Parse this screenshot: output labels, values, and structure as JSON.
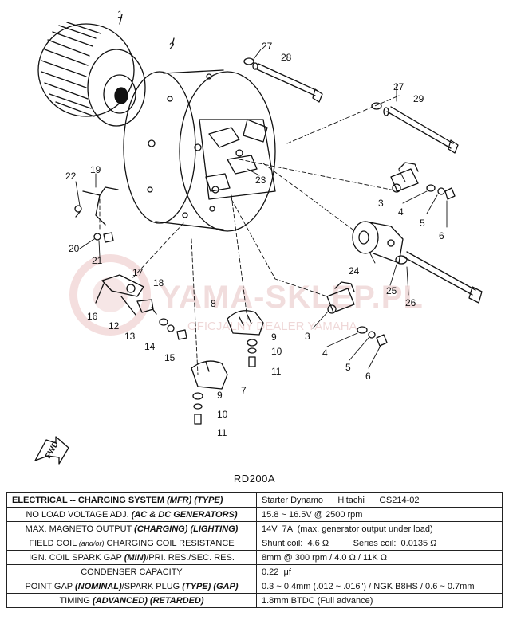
{
  "model": "RD200A",
  "fwd_label": "FWD",
  "watermark": {
    "main": "YAMA-SKLEP.PL",
    "sub": "OFICJALNY DEALER YAMAHA"
  },
  "callouts": [
    {
      "id": "1",
      "text": "1"
    },
    {
      "id": "2",
      "text": "2"
    },
    {
      "id": "27a",
      "text": "27"
    },
    {
      "id": "28",
      "text": "28"
    },
    {
      "id": "27b",
      "text": "27"
    },
    {
      "id": "29",
      "text": "29"
    },
    {
      "id": "22",
      "text": "22"
    },
    {
      "id": "19",
      "text": "19"
    },
    {
      "id": "23",
      "text": "23"
    },
    {
      "id": "3a",
      "text": "3"
    },
    {
      "id": "4a",
      "text": "4"
    },
    {
      "id": "5a",
      "text": "5"
    },
    {
      "id": "6a",
      "text": "6"
    },
    {
      "id": "20",
      "text": "20"
    },
    {
      "id": "21",
      "text": "21"
    },
    {
      "id": "24",
      "text": "24"
    },
    {
      "id": "25",
      "text": "25"
    },
    {
      "id": "26",
      "text": "26"
    },
    {
      "id": "17",
      "text": "17"
    },
    {
      "id": "18",
      "text": "18"
    },
    {
      "id": "16",
      "text": "16"
    },
    {
      "id": "12",
      "text": "12"
    },
    {
      "id": "8",
      "text": "8"
    },
    {
      "id": "3b",
      "text": "3"
    },
    {
      "id": "13",
      "text": "13"
    },
    {
      "id": "14",
      "text": "14"
    },
    {
      "id": "15",
      "text": "15"
    },
    {
      "id": "9a",
      "text": "9"
    },
    {
      "id": "10a",
      "text": "10"
    },
    {
      "id": "11a",
      "text": "11"
    },
    {
      "id": "4b",
      "text": "4"
    },
    {
      "id": "5b",
      "text": "5"
    },
    {
      "id": "6b",
      "text": "6"
    },
    {
      "id": "7",
      "text": "7"
    },
    {
      "id": "9b",
      "text": "9"
    },
    {
      "id": "10b",
      "text": "10"
    },
    {
      "id": "11b",
      "text": "11"
    }
  ],
  "table": {
    "rows": [
      {
        "label_parts": [
          {
            "t": "ELECTRICAL",
            "s": "b"
          },
          {
            "t": " -- CHARGING SYSTEM ",
            "s": ""
          },
          {
            "t": "(MFR) (TYPE)",
            "s": "em"
          }
        ],
        "value": "Starter Dynamo      Hitachi      GS214-02",
        "head": true
      },
      {
        "label_parts": [
          {
            "t": "NO LOAD VOLTAGE ADJ. ",
            "s": ""
          },
          {
            "t": "(AC & DC GENERATORS)",
            "s": "em"
          }
        ],
        "value": "15.8 ~ 16.5V @ 2500 rpm"
      },
      {
        "label_parts": [
          {
            "t": "MAX. MAGNETO OUTPUT ",
            "s": ""
          },
          {
            "t": "(CHARGING) (LIGHTING)",
            "s": "em"
          }
        ],
        "value": "14V  7A  (max. generator output under load)"
      },
      {
        "label_parts": [
          {
            "t": "FIELD COIL ",
            "s": ""
          },
          {
            "t": "(and/or)",
            "s": "small"
          },
          {
            "t": " CHARGING COIL RESISTANCE",
            "s": ""
          }
        ],
        "value": "Shunt coil:  4.6 Ω          Series coil:  0.0135 Ω"
      },
      {
        "label_parts": [
          {
            "t": "IGN. COIL SPARK GAP ",
            "s": ""
          },
          {
            "t": "(MIN)",
            "s": "em"
          },
          {
            "t": "/PRI. RES./SEC. RES.",
            "s": ""
          }
        ],
        "value": "8mm @ 300 rpm / 4.0 Ω / 11K Ω"
      },
      {
        "label_parts": [
          {
            "t": "CONDENSER CAPACITY",
            "s": ""
          }
        ],
        "value": "0.22  μf"
      },
      {
        "label_parts": [
          {
            "t": "POINT GAP ",
            "s": ""
          },
          {
            "t": "(NOMINAL)",
            "s": "em"
          },
          {
            "t": "/SPARK PLUG ",
            "s": ""
          },
          {
            "t": "(TYPE) (GAP)",
            "s": "em"
          }
        ],
        "value": "0.3 ~ 0.4mm (.012 ~ .016\") / NGK B8HS / 0.6 ~ 0.7mm"
      },
      {
        "label_parts": [
          {
            "t": "TIMING ",
            "s": ""
          },
          {
            "t": "(ADVANCED) (RETARDED)",
            "s": "em"
          }
        ],
        "value": "1.8mm BTDC (Full advance)"
      }
    ]
  }
}
